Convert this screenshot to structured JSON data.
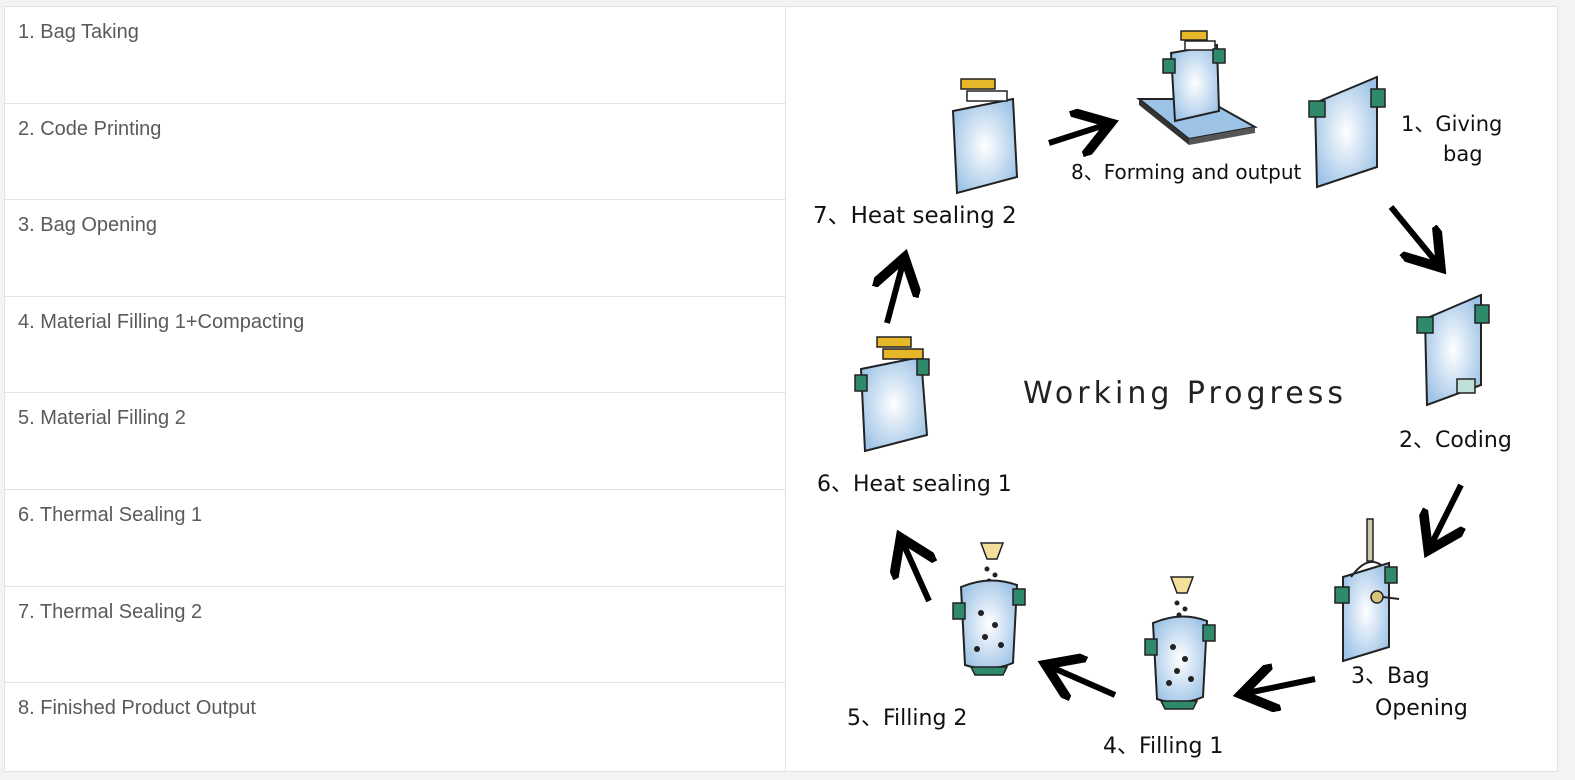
{
  "steps": [
    "1. Bag Taking",
    "2. Code Printing",
    "3. Bag Opening",
    "4. Material Filling 1+Compacting",
    "5. Material Filling 2",
    "6. Thermal Sealing 1",
    "7. Thermal Sealing 2",
    "8. Finished Product Output"
  ],
  "diagram": {
    "title": "Working Progress",
    "labels": {
      "giving_bag_1": "1、Giving",
      "giving_bag_2": "bag",
      "coding": "2、Coding",
      "bag_opening_1": "3、Bag",
      "bag_opening_2": "Opening",
      "filling1": "4、Filling 1",
      "filling2": "5、Filling 2",
      "heat_sealing1": "6、Heat sealing 1",
      "heat_sealing2": "7、Heat sealing 2",
      "forming_output": "8、Forming and output"
    }
  },
  "colors": {
    "bag_blue": "#a9cbea",
    "clip_green": "#2e8a6a",
    "seal_yellow": "#e6b829",
    "text_gray": "#5a5a5a"
  }
}
